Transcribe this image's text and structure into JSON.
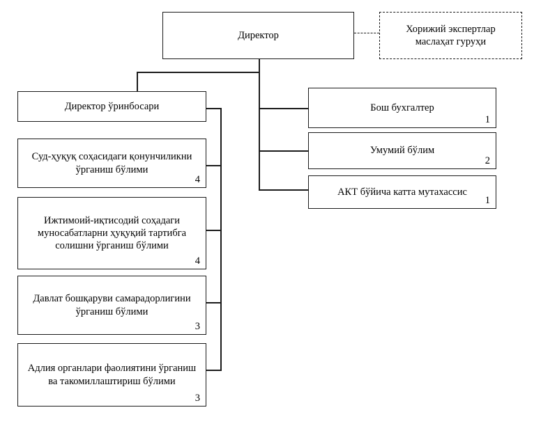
{
  "diagram": {
    "title": "Organizational structure chart",
    "language": "uz-Cyrl",
    "colors": {
      "line": "#1a1a1a",
      "box_fill": "#ffffff",
      "text": "#000000",
      "background": "#ffffff"
    }
  },
  "nodes": {
    "director": {
      "label": "Директор",
      "count": ""
    },
    "advisory_group": {
      "label": "Хорижий экспертлар маслаҳат гуруҳи",
      "count": "",
      "style": "dashed"
    },
    "deputy_director": {
      "label": "Директор ўринбосари",
      "count": ""
    },
    "dept_law": {
      "label": "Суд-ҳуқуқ соҳасидаги қонунчиликни ўрганиш бўлими",
      "count": "4"
    },
    "dept_socioeconomic": {
      "label": "Ижтимоий-иқтисодий соҳадаги муносабатларни ҳуқуқий тартибга солишни ўрганиш бўлими",
      "count": "4"
    },
    "dept_governance": {
      "label": "Давлат бошқаруви самарадорлигини ўрганиш бўлими",
      "count": "3"
    },
    "dept_justice": {
      "label": "Адлия органлари фаолиятини ўрганиш ва такомиллаштириш бўлими",
      "count": "3"
    },
    "chief_accountant": {
      "label": "Бош бухгалтер",
      "count": "1"
    },
    "general_dept": {
      "label": "Умумий бўлим",
      "count": "2"
    },
    "ict_specialist": {
      "label": "АКТ бўйича катта мутахассис",
      "count": "1"
    }
  }
}
